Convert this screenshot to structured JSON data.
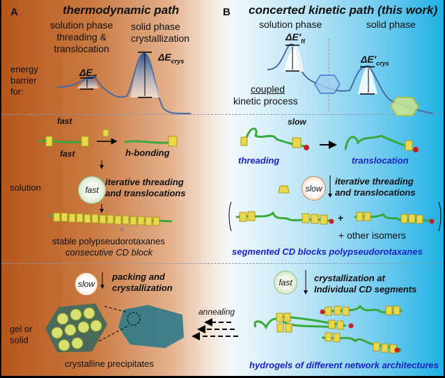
{
  "panel_a": {
    "letter": "A",
    "title": "thermodynamic path",
    "energy_label": [
      "energy",
      "barrier",
      "for:"
    ],
    "solution_phase_label": [
      "solution phase",
      "threading &",
      "translocation"
    ],
    "solid_phase_label": [
      "solid phase",
      "crystallization"
    ],
    "barrier_tt": "ΔE",
    "barrier_tt_sub": "tt",
    "barrier_crys": "ΔE",
    "barrier_crys_sub": "crys",
    "fast_top": "fast",
    "fast_bottom": "fast",
    "h_bonding": "h-bonding",
    "solution_label": "solution",
    "fast_circle": "fast",
    "iterative": [
      "iterative threading",
      "and translocations"
    ],
    "repeat_sub": "n",
    "stable": "stable polypseudorotaxanes",
    "consecutive": "consecutive CD block",
    "slow_circle": "slow",
    "packing": [
      "packing and",
      "crystallization"
    ],
    "gel_label": [
      "gel or",
      "solid"
    ],
    "crystalline": "crystalline precipitates",
    "annealing": "annealing"
  },
  "panel_b": {
    "letter": "B",
    "title": "concerted kinetic path (this work)",
    "solution_phase_label": "solution phase",
    "solid_phase_label": "solid phase",
    "barrier_tt": "ΔE'",
    "barrier_tt_sub": "tt",
    "barrier_crys": "ΔE'",
    "barrier_crys_sub": "crys",
    "coupled": "coupled",
    "kinetic_process": "kinetic process",
    "slow_top": "slow",
    "threading": "threading",
    "translocation": "translocation",
    "slow_circle": "slow",
    "iterative": [
      "iterative threading",
      "and translocations"
    ],
    "plus": "+",
    "other_isomers": "+ other isomers",
    "segmented": "segmented CD blocks polypseudorotaxanes",
    "fast_circle": "fast",
    "crystallization": [
      "crystallization at",
      "Individual CD segments"
    ],
    "hydrogels": "hydrogels of different network architectures"
  },
  "colors": {
    "thermo_accent": "#b5561c",
    "kinetic_accent": "#1fb0e4",
    "curve": "#4a6aa0",
    "polymer": "#3aa83a",
    "cd_ring": "#e8d84a",
    "blue_text": "#1a22c8",
    "crystal": "#3a8a98"
  }
}
